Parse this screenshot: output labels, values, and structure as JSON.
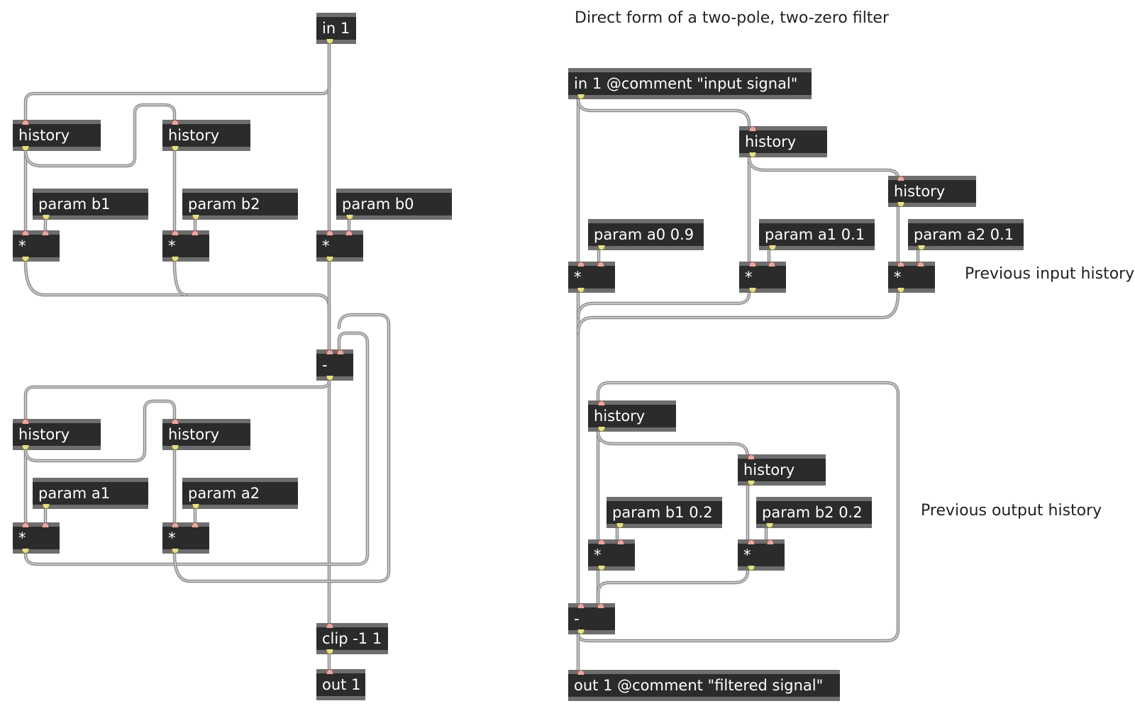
{
  "comments": {
    "title": "Direct form of a two-pole, two-zero filter",
    "input_history": "Previous input history",
    "output_history": "Previous output history"
  },
  "objects": {
    "l_in": "in 1",
    "l_hist_b1": "history",
    "l_hist_b2": "history",
    "l_param_b1": "param b1",
    "l_param_b2": "param b2",
    "l_param_b0": "param b0",
    "l_mul_b1": "*",
    "l_mul_b2": "*",
    "l_mul_b0": "*",
    "l_minus": "-",
    "l_hist_a1": "history",
    "l_hist_a2": "history",
    "l_param_a1": "param a1",
    "l_param_a2": "param a2",
    "l_mul_a1": "*",
    "l_mul_a2": "*",
    "l_clip": "clip -1 1",
    "l_out": "out 1",
    "r_in": "in 1 @comment \"input signal\"",
    "r_hist_1": "history",
    "r_hist_2": "history",
    "r_param_a0": "param a0 0.9",
    "r_param_a1": "param a1 0.1",
    "r_param_a2": "param a2 0.1",
    "r_mul_a0": "*",
    "r_mul_a1": "*",
    "r_mul_a2": "*",
    "r_hist_3": "history",
    "r_hist_4": "history",
    "r_param_b1": "param b1 0.2",
    "r_param_b2": "param b2 0.2",
    "r_mul_b1": "*",
    "r_mul_b2": "*",
    "r_minus": "-",
    "r_out": "out 1 @comment \"filtered signal\""
  },
  "colors": {
    "object_bg": "#2b2b2b",
    "object_border": "#6e6e6e",
    "cable": "#c6c6c6",
    "inlet": "#e8a8a2",
    "outlet": "#e7e08a"
  }
}
